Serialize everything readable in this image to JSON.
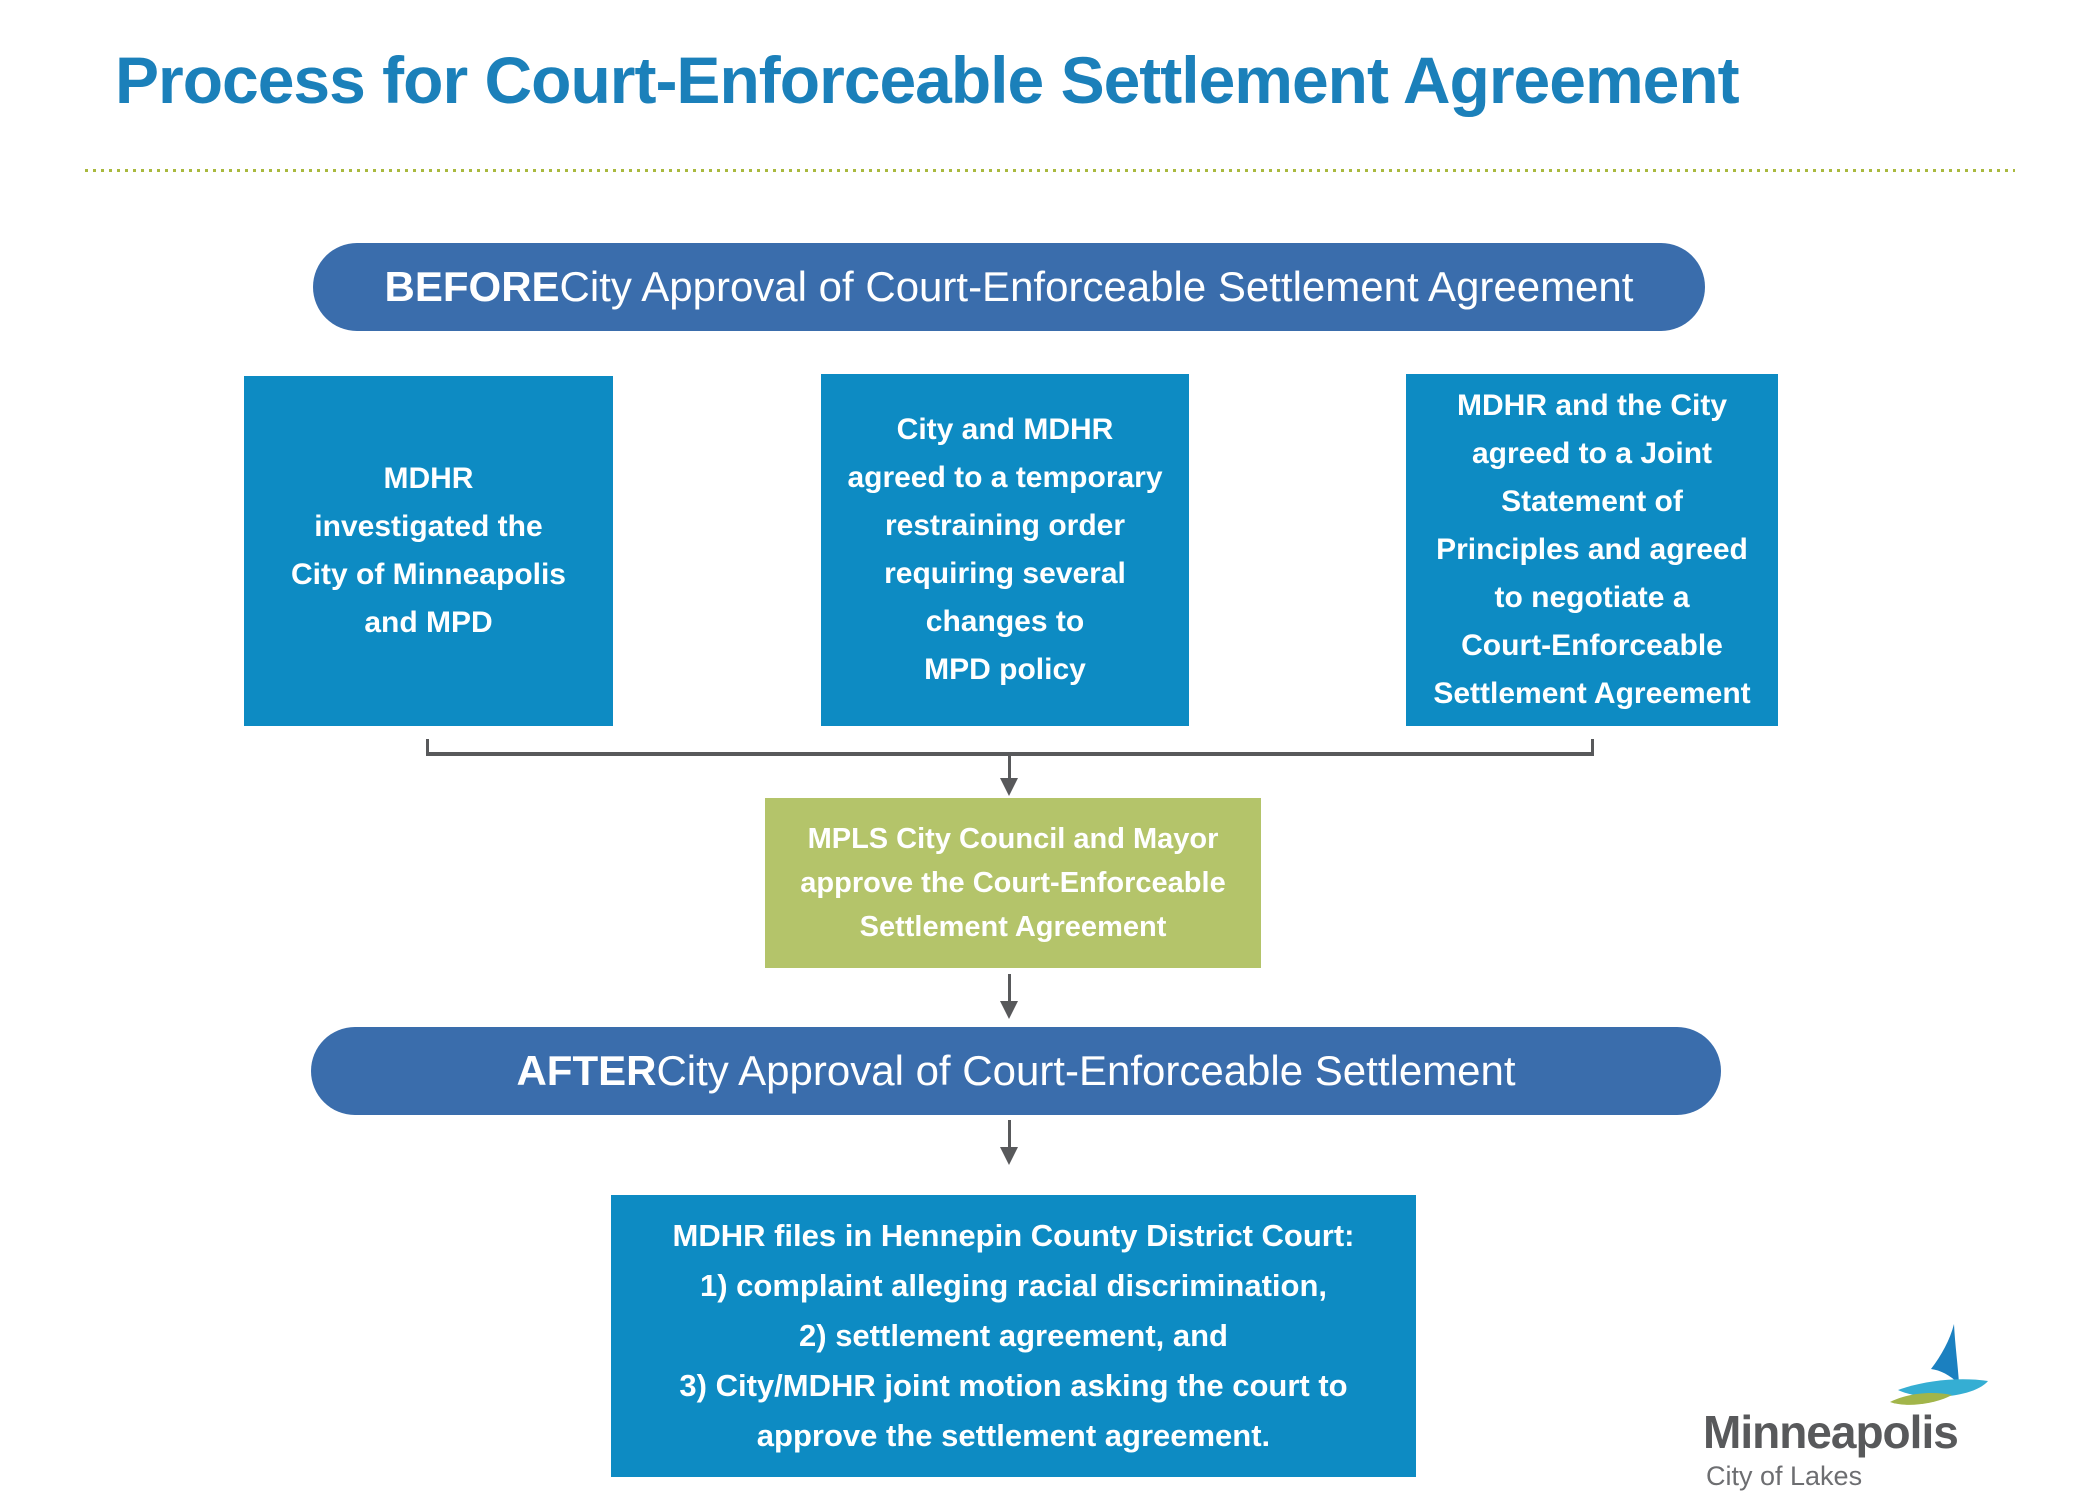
{
  "title": "Process for Court-Enforceable Settlement Agreement",
  "before_banner": {
    "emphasis": "BEFORE",
    "rest": "City Approval of Court-Enforceable Settlement Agreement"
  },
  "before_steps": [
    {
      "text": "MDHR\ninvestigated the\nCity of Minneapolis\nand MPD"
    },
    {
      "text": "City and MDHR\nagreed to a temporary\nrestraining order\nrequiring several\nchanges to\nMPD policy"
    },
    {
      "text": "MDHR and the City\nagreed to a Joint\nStatement of\nPrinciples and agreed\nto negotiate a\nCourt-Enforceable\nSettlement Agreement"
    }
  ],
  "approval_step": {
    "text": "MPLS City Council and Mayor\napprove the Court-Enforceable\nSettlement Agreement"
  },
  "after_banner": {
    "emphasis": "AFTER",
    "rest": "City Approval of Court-Enforceable Settlement"
  },
  "filing_step": {
    "text": "MDHR files in Hennepin County District Court:\n1) complaint alleging racial discrimination,\n2) settlement agreement, and\n3) City/MDHR joint motion asking the court to\napprove the settlement agreement."
  },
  "logo": {
    "name": "Minneapolis",
    "tagline": "City of Lakes",
    "icon": "sailboat-icon"
  },
  "colors": {
    "title_blue": "#1b80ba",
    "banner_blue": "#3a6dac",
    "step_blue": "#0d8bc3",
    "approval_green": "#b4c46a",
    "separator_olive": "#a9b93e",
    "connector_gray": "#58595b",
    "logo_gray": "#58595b",
    "logo_tagline_gray": "#6d6e71",
    "logo_sail_blue": "#1b80c0",
    "logo_wave_teal": "#35aed3",
    "logo_wave_green": "#a2b54a"
  }
}
